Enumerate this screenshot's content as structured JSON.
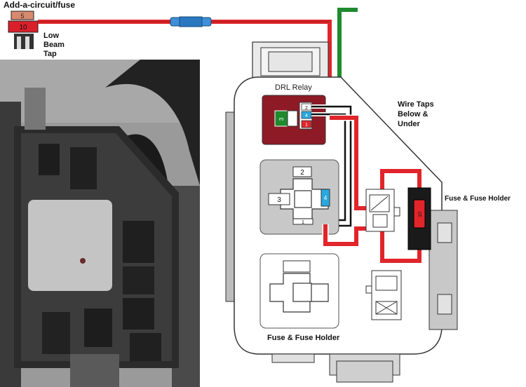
{
  "header": {
    "title": "Add-a-circuit/fuse"
  },
  "add_a_circuit": {
    "fuse_top": "5",
    "fuse_bottom": "10",
    "tap_label_line1": "Low",
    "tap_label_line2": "Beam",
    "tap_label_line3": "Tap"
  },
  "diagram": {
    "drl_relay_label": "DRL Relay",
    "wire_taps_line1": "Wire Taps",
    "wire_taps_line2": "Below &",
    "wire_taps_line3": "Under",
    "fuse_holder_right": "Fuse & Fuse Holder",
    "fuse_holder_bottom": "Fuse & Fuse Holder",
    "relay_pins": {
      "p1": "1",
      "p2": "2",
      "p3": "3",
      "p4": "4"
    },
    "socket_pins": {
      "p1": "1",
      "p2": "2",
      "p3": "3",
      "p4": "4"
    },
    "inline_fuse_value": "10"
  },
  "colors": {
    "wire_red": "#e0252b",
    "wire_green": "#1f8a2e",
    "wire_black": "#111111",
    "relay_body": "#8e1a26",
    "connector_blue": "#2aa8e0",
    "inline_blue": "#3c8fd8"
  }
}
